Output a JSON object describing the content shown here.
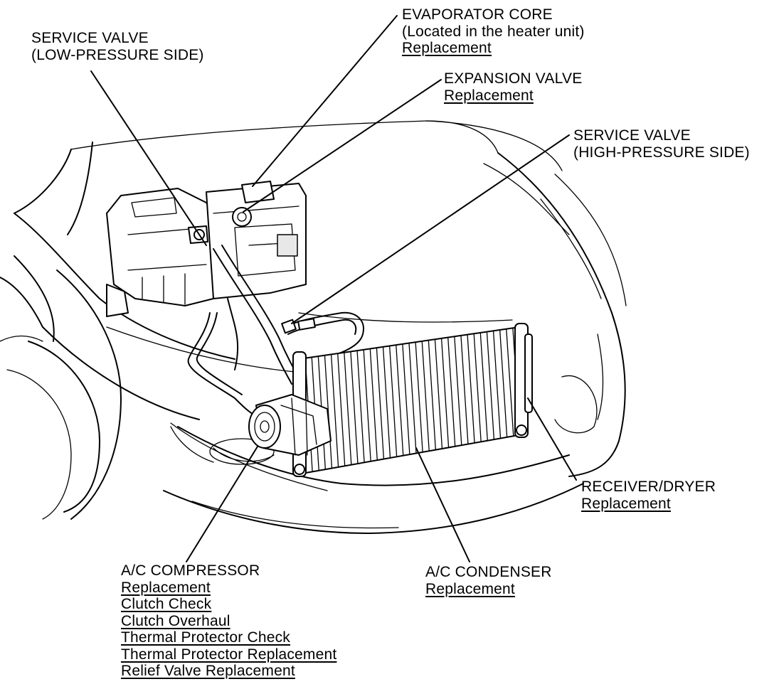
{
  "labels": {
    "evaporator_core": {
      "title": "EVAPORATOR CORE",
      "note": "(Located in the heater unit)",
      "links": [
        "Replacement"
      ]
    },
    "service_valve_low": {
      "line1": "SERVICE VALVE",
      "line2": "(LOW-PRESSURE SIDE)"
    },
    "expansion_valve": {
      "title": "EXPANSION VALVE",
      "links": [
        "Replacement"
      ]
    },
    "service_valve_high": {
      "line1": "SERVICE VALVE",
      "line2": "(HIGH-PRESSURE SIDE)"
    },
    "receiver_dryer": {
      "title": "RECEIVER/DRYER",
      "links": [
        "Replacement"
      ]
    },
    "ac_condenser": {
      "title": "A/C CONDENSER",
      "links": [
        "Replacement"
      ]
    },
    "ac_compressor": {
      "title": "A/C COMPRESSOR",
      "links": [
        "Replacement",
        "Clutch Check",
        "Clutch Overhaul",
        "Thermal Protector Check",
        "Thermal Protector Replacement",
        "Relief Valve Replacement"
      ]
    }
  }
}
